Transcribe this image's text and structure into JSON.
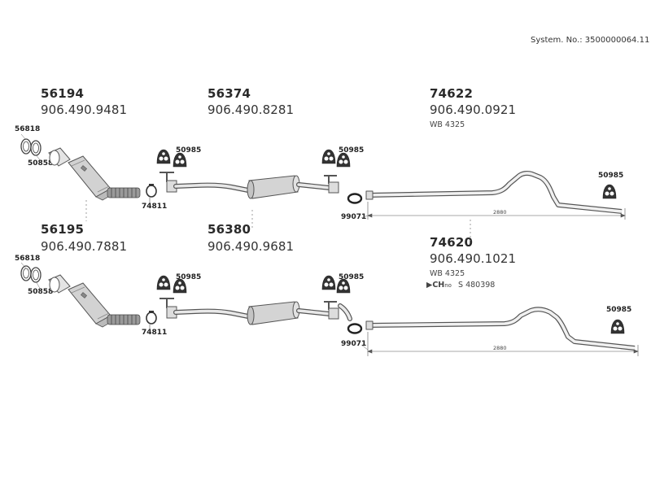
{
  "system_no": "System. No.: 3500000064.11",
  "top": {
    "cat": {
      "code": "56194",
      "part": "906.490.9481"
    },
    "mid": {
      "code": "56374",
      "part": "906.490.8281"
    },
    "rear": {
      "code": "74622",
      "part": "906.490.0921",
      "wb": "WB 4325"
    },
    "labels": {
      "a": "56818",
      "b": "50858",
      "c": "74811",
      "d": "50985",
      "e": "50985",
      "f": "99071",
      "g": "50985",
      "dim": "2880"
    }
  },
  "bottom": {
    "cat": {
      "code": "56195",
      "part": "906.490.7881"
    },
    "mid": {
      "code": "56380",
      "part": "906.490.9681"
    },
    "rear": {
      "code": "74620",
      "part": "906.490.1021",
      "wb": "WB 4325",
      "ch_prefix": "CH",
      "ch_suffix": "no",
      "ch_value": "S 480398"
    },
    "labels": {
      "a": "56818",
      "b": "50858",
      "c": "74811",
      "d": "50985",
      "e": "50985",
      "f": "99071",
      "g": "50985",
      "dim": "2880"
    }
  },
  "colors": {
    "line": "#555555",
    "fill": "#d6d6d6"
  }
}
